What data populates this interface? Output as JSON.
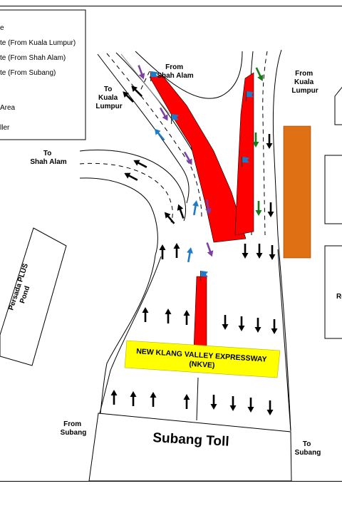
{
  "legend": {
    "items": [
      {
        "text": "e"
      },
      {
        "text": "te (From Kuala Lumpur)"
      },
      {
        "text": "te (From Shah Alam)"
      },
      {
        "text": "te (From Subang)"
      },
      {
        "text": "Area"
      },
      {
        "text": "ller"
      }
    ]
  },
  "labels": {
    "from_shah_alam": [
      "From",
      "Shah Alam"
    ],
    "to_kuala_lumpur": [
      "To",
      "Kuala",
      "Lumpur"
    ],
    "from_kuala_lumpur": [
      "From",
      "Kuala",
      "Lumpur"
    ],
    "to_shah_alam": [
      "To",
      "Shah Alam"
    ],
    "persada": [
      "Persada PLUS",
      "Pond"
    ],
    "right_building": "Ro",
    "from_subang": [
      "From",
      "Subang"
    ],
    "to_subang": [
      "To",
      "Subang"
    ]
  },
  "nkve": [
    "NEW KLANG VALLEY EXPRESSWAY",
    "(NKVE)"
  ],
  "toll": "Subang Toll",
  "colors": {
    "route_kl": "#1a7a1a",
    "route_shah_alam": "#7b3fa6",
    "route_subang": "#1f7bc8",
    "work_area": "#ff0000",
    "orange_block": "#e07014",
    "nkve_banner": "#ffff00"
  }
}
